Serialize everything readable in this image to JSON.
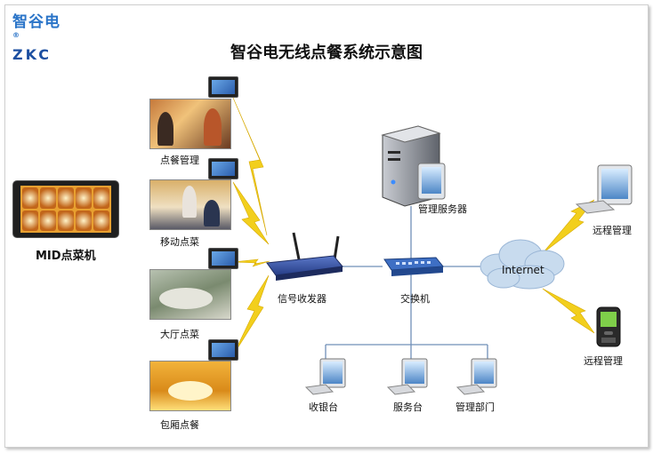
{
  "logo": {
    "cn": "智谷电",
    "reg": "®",
    "en": "ZKC"
  },
  "title": "智谷电无线点餐系统示意图",
  "labels": {
    "mid": "MID点菜机",
    "ordering_mgmt": "点餐管理",
    "mobile_order": "移动点菜",
    "hall_order": "大厅点菜",
    "private_room": "包厢点餐",
    "transceiver": "信号收发器",
    "switch": "交换机",
    "server": "管理服务器",
    "internet": "Internet",
    "remote_pc": "远程管理",
    "remote_phone": "远程管理",
    "cashier": "收银台",
    "service_desk": "服务台",
    "mgmt_dept": "管理部门"
  },
  "colors": {
    "wire": "#6f8fb8",
    "lightning": "#f2cf1d",
    "lightning_edge": "#d7a900",
    "cloud": "#c8dbee"
  }
}
